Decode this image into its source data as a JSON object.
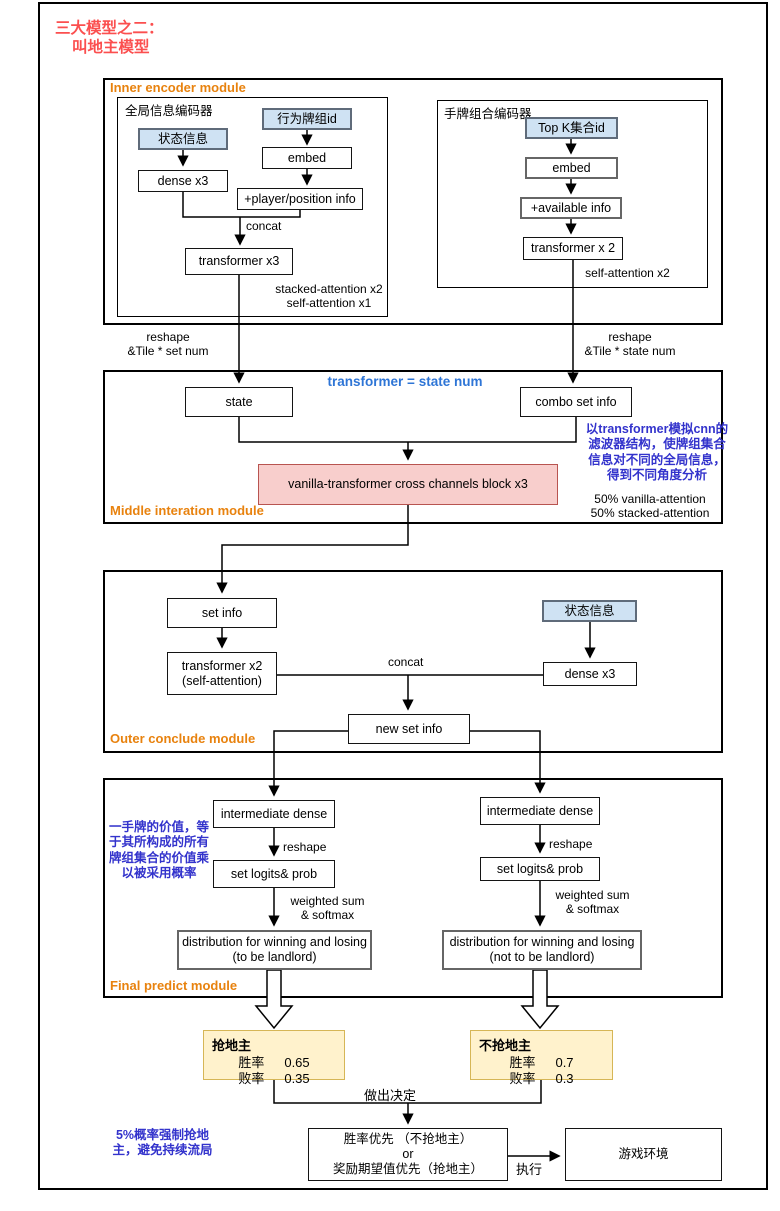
{
  "page": {
    "title_line1": "三大模型之二：",
    "title_line2": "叫地主模型"
  },
  "colors": {
    "title_red": "#fb4f4f",
    "module_label_orange": "#e8820e",
    "heading_blue": "#2e75d6",
    "annotation_blue": "#3333cc",
    "input_box_blue": "#cfe2f3",
    "pink_block_fill": "#f8cecc",
    "pink_block_border": "#b85450",
    "yellow_box_fill": "#fff2cc",
    "yellow_box_border": "#d6b656"
  },
  "inner_module": {
    "label": "Inner encoder module",
    "global_encoder": {
      "label": "全局信息编码器",
      "state_info": "状态信息",
      "dense": "dense x3",
      "action_id": "行为牌组id",
      "embed": "embed",
      "player_info": "+player/position info",
      "concat": "concat",
      "transformer": "transformer x3",
      "note": "stacked-attention x2\nself-attention x1"
    },
    "hand_encoder": {
      "label": "手牌组合编码器",
      "topk": "Top K集合id",
      "embed": "embed",
      "available": "+available info",
      "transformer": "transformer x 2",
      "note": "self-attention x2"
    }
  },
  "edges": {
    "reshape_left": "reshape\n&Tile * set num",
    "reshape_right": "reshape\n&Tile * state num"
  },
  "middle_module": {
    "label": "Middle interation module",
    "heading": "transformer =  state num",
    "state": "state",
    "combo": "combo set info",
    "pink_block": "vanilla-transformer cross channels block x3",
    "annotation": "以transformer模拟cnn的\n滤波器结构，使牌组集合\n信息对不同的全局信息，\n得到不同角度分析",
    "note": "50% vanilla-attention\n50% stacked-attention"
  },
  "outer_module": {
    "label": "Outer conclude module",
    "set_info": "set info",
    "transformer": "transformer x2\n(self-attention)",
    "state_info": "状态信息",
    "dense": "dense x3",
    "concat": "concat",
    "new_set_info": "new set info"
  },
  "final_module": {
    "label": "Final predict module",
    "annotation": "一手牌的价值，等\n于其所构成的所有\n牌组集合的价值乘\n以被采用概率",
    "left_branch": {
      "intermediate": "intermediate dense",
      "reshape": "reshape",
      "logits": "set logits& prob",
      "weighted": "weighted sum\n& softmax",
      "distribution": "distribution for winning and losing\n(to be landlord)"
    },
    "right_branch": {
      "intermediate": "intermediate dense",
      "reshape": "reshape",
      "logits": "set logits& prob",
      "weighted": "weighted sum\n& softmax",
      "distribution": "distribution for winning and losing\n(not to be landlord)"
    }
  },
  "decision": {
    "grab": {
      "title": "抢地主",
      "win_label": "胜率",
      "win_value": "0.65",
      "lose_label": "败率",
      "lose_value": "0.35"
    },
    "no_grab": {
      "title": "不抢地主",
      "win_label": "胜率",
      "win_value": "0.7",
      "lose_label": "败率",
      "lose_value": "0.3"
    },
    "decide_label": "做出决定",
    "annotation": "5%概率强制抢地\n主，避免持续流局",
    "policy": "胜率优先 （不抢地主）\nor\n奖励期望值优先（抢地主）",
    "execute_label": "执行",
    "environment": "游戏环境"
  }
}
